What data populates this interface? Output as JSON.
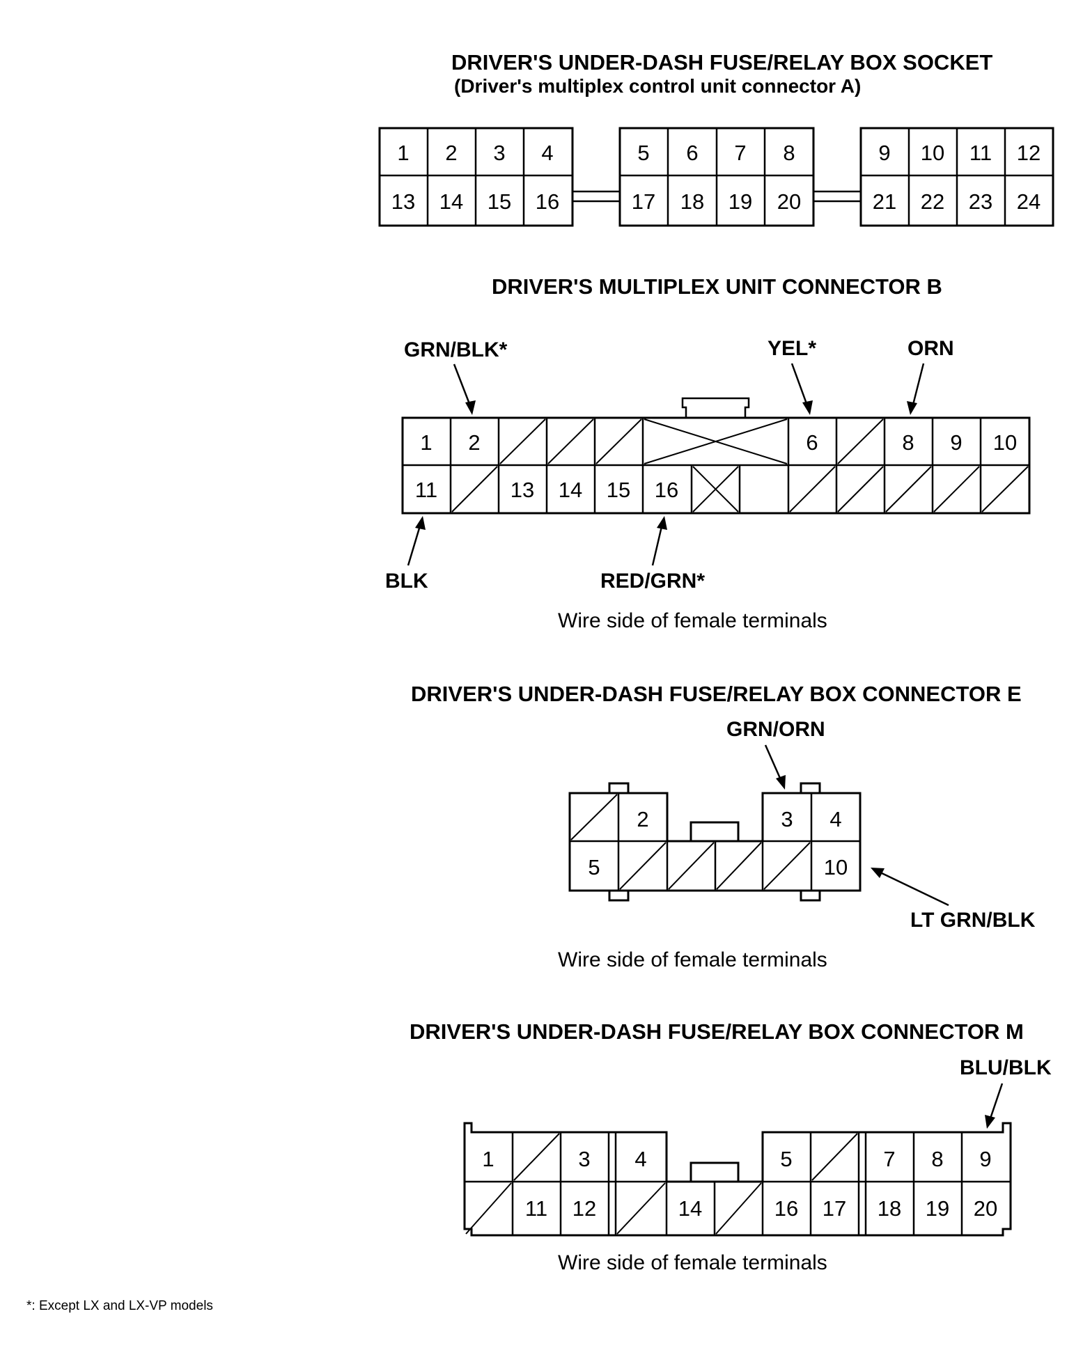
{
  "connector_a": {
    "title_line1": "DRIVER'S UNDER-DASH FUSE/RELAY BOX SOCKET",
    "title_line2": "(Driver's multiplex control unit connector A)",
    "top_pins": [
      "1",
      "2",
      "3",
      "4",
      "5",
      "6",
      "7",
      "8",
      "9",
      "10",
      "11",
      "12"
    ],
    "bottom_pins": [
      "13",
      "14",
      "15",
      "16",
      "17",
      "18",
      "19",
      "20",
      "21",
      "22",
      "23",
      "24"
    ]
  },
  "connector_b": {
    "title": "DRIVER'S MULTIPLEX UNIT CONNECTOR B",
    "top_pins": [
      "1",
      "2",
      "6",
      "8",
      "9",
      "10"
    ],
    "bottom_pins": [
      "11",
      "13",
      "14",
      "15",
      "16"
    ],
    "wires": {
      "pin2": "GRN/BLK*",
      "pin6": "YEL*",
      "pin8": "ORN",
      "pin11": "BLK",
      "pin16": "RED/GRN*"
    },
    "caption": "Wire side of female terminals"
  },
  "connector_e": {
    "title": "DRIVER'S UNDER-DASH FUSE/RELAY BOX CONNECTOR E",
    "top_pins": [
      "2",
      "3",
      "4"
    ],
    "bottom_pins": [
      "5",
      "10"
    ],
    "wires": {
      "pin3": "GRN/ORN",
      "pin10": "LT GRN/BLK"
    },
    "caption": "Wire side of female terminals"
  },
  "connector_m": {
    "title": "DRIVER'S UNDER-DASH FUSE/RELAY BOX CONNECTOR M",
    "top_pins": [
      "1",
      "3",
      "4",
      "5",
      "7",
      "8",
      "9"
    ],
    "bottom_pins": [
      "11",
      "12",
      "14",
      "16",
      "17",
      "18",
      "19",
      "20"
    ],
    "wires": {
      "pin9": "BLU/BLK"
    },
    "caption": "Wire side of female terminals"
  },
  "footnote": "*: Except LX and LX-VP models"
}
